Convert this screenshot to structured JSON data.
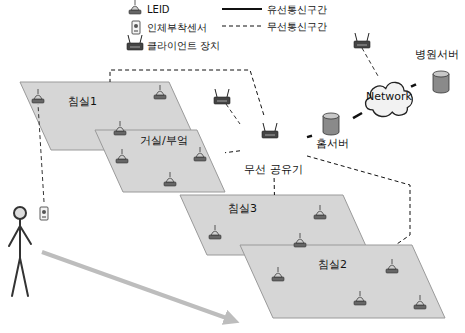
{
  "diagram": {
    "nodes": [
      {
        "text": [
          "침실1"
        ]
      },
      {
        "text": [
          "거실/부엌"
        ]
      },
      {
        "text": [
          "침실3"
        ]
      },
      {
        "text": [
          "침실2"
        ]
      },
      {
        "text": [
          "Network"
        ]
      },
      {
        "text": [
          "병원서버"
        ]
      },
      {
        "text": [
          "홈서버"
        ]
      },
      {
        "text": [
          "무선 공유기"
        ]
      }
    ],
    "edges": [
      {
        "from": 7,
        "to": 6,
        "arrow": "none"
      },
      {
        "from": 6,
        "to": 4,
        "arrow": "none"
      },
      {
        "from": 4,
        "to": 5,
        "arrow": "none"
      },
      {
        "from": 7,
        "to": 0,
        "arrow": "none"
      },
      {
        "from": 7,
        "to": 1,
        "arrow": "none"
      },
      {
        "from": 7,
        "to": 2,
        "arrow": "none"
      },
      {
        "from": 7,
        "to": 3,
        "arrow": "none"
      }
    ],
    "legend": [
      {
        "text": "LEID"
      },
      {
        "text": "인체부착센서"
      },
      {
        "text": "클라이언트 장치"
      },
      {
        "text": "유선통신구간"
      },
      {
        "text": "무선통신구간"
      }
    ]
  }
}
